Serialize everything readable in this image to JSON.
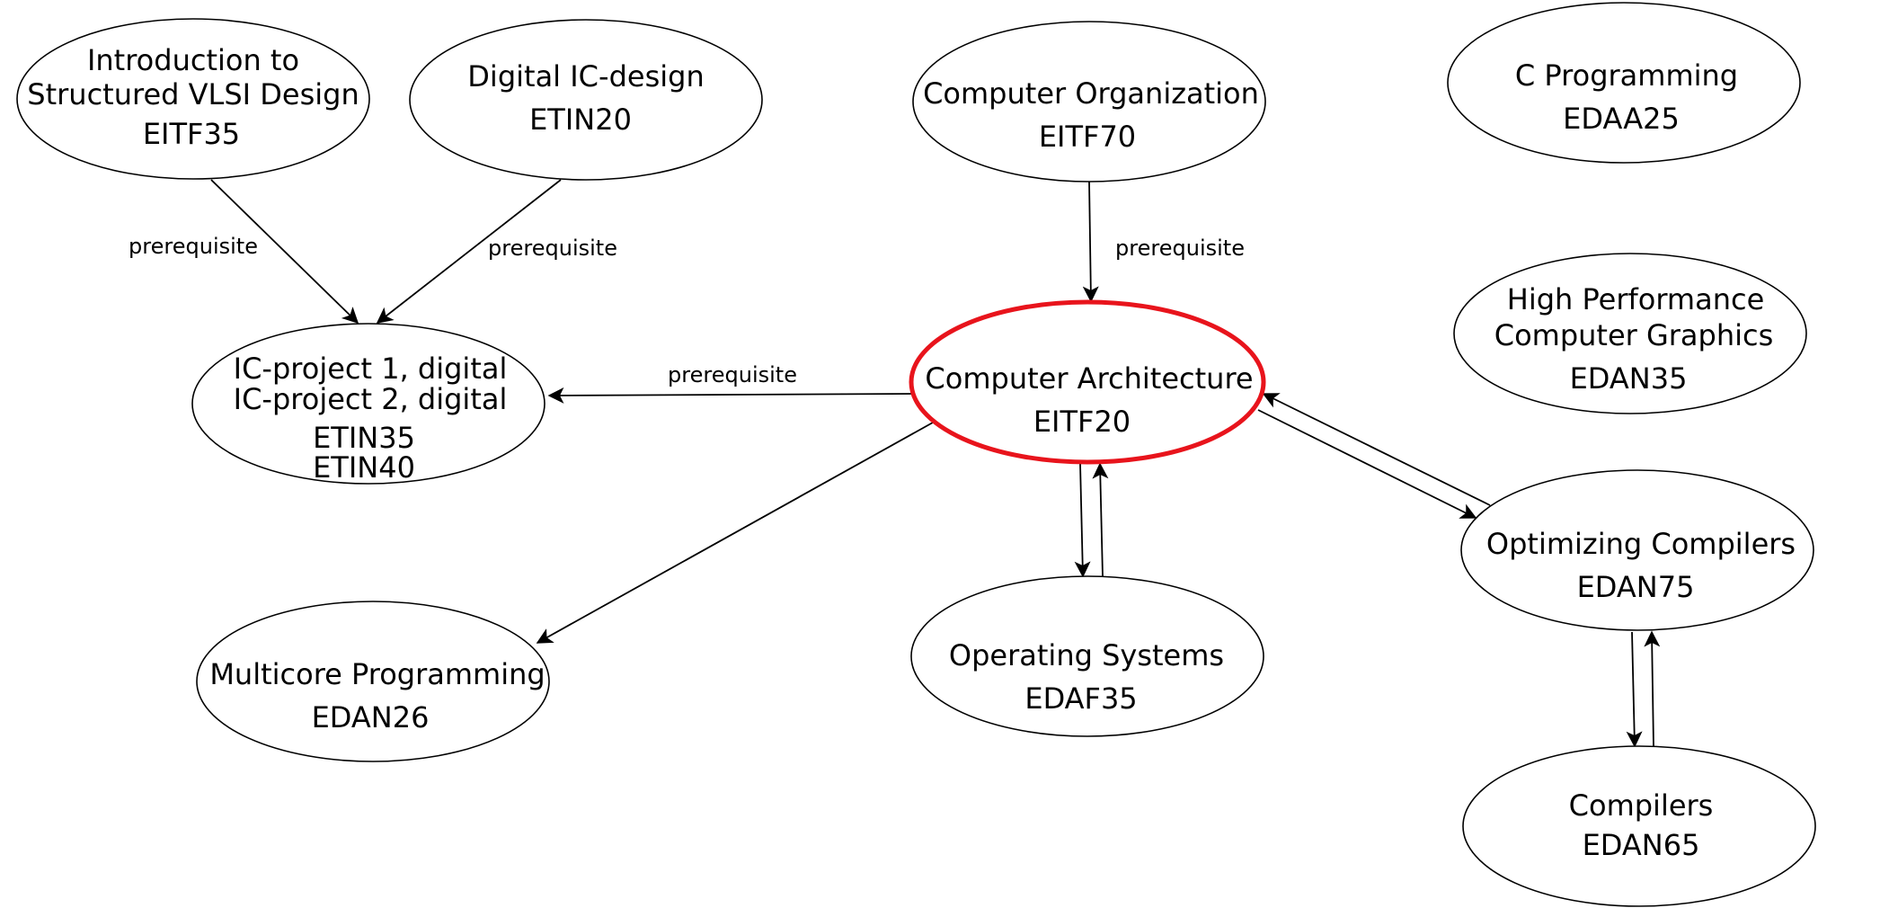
{
  "nodes": {
    "eitf35": {
      "lines": [
        "Introduction to",
        "Structured VLSI Design",
        "EITF35"
      ]
    },
    "etin20": {
      "lines": [
        "Digital IC-design",
        "ETIN20"
      ]
    },
    "eitf70": {
      "lines": [
        "Computer Organization",
        "EITF70"
      ]
    },
    "edaa25": {
      "lines": [
        "C Programming",
        "EDAA25"
      ]
    },
    "etin35": {
      "lines": [
        "IC-project 1, digital",
        "IC-project 2, digital",
        "ETIN35",
        "ETIN40"
      ]
    },
    "eitf20": {
      "lines": [
        "Computer Architecture",
        "EITF20"
      ]
    },
    "edan35": {
      "lines": [
        "High Performance",
        "Computer Graphics",
        "EDAN35"
      ]
    },
    "edan75": {
      "lines": [
        "Optimizing Compilers",
        "EDAN75"
      ]
    },
    "edan26": {
      "lines": [
        "Multicore Programming",
        "EDAN26"
      ]
    },
    "edaf35": {
      "lines": [
        "Operating Systems",
        "EDAF35"
      ]
    },
    "edan65": {
      "lines": [
        "Compilers",
        "EDAN65"
      ]
    }
  },
  "edges": {
    "eitf35_etin35": {
      "label": "prerequisite"
    },
    "etin20_etin35": {
      "label": "prerequisite"
    },
    "eitf70_eitf20": {
      "label": "prerequisite"
    },
    "eitf20_etin35": {
      "label": "prerequisite"
    }
  },
  "colors": {
    "highlight": "#e8141c",
    "stroke": "#000000"
  }
}
